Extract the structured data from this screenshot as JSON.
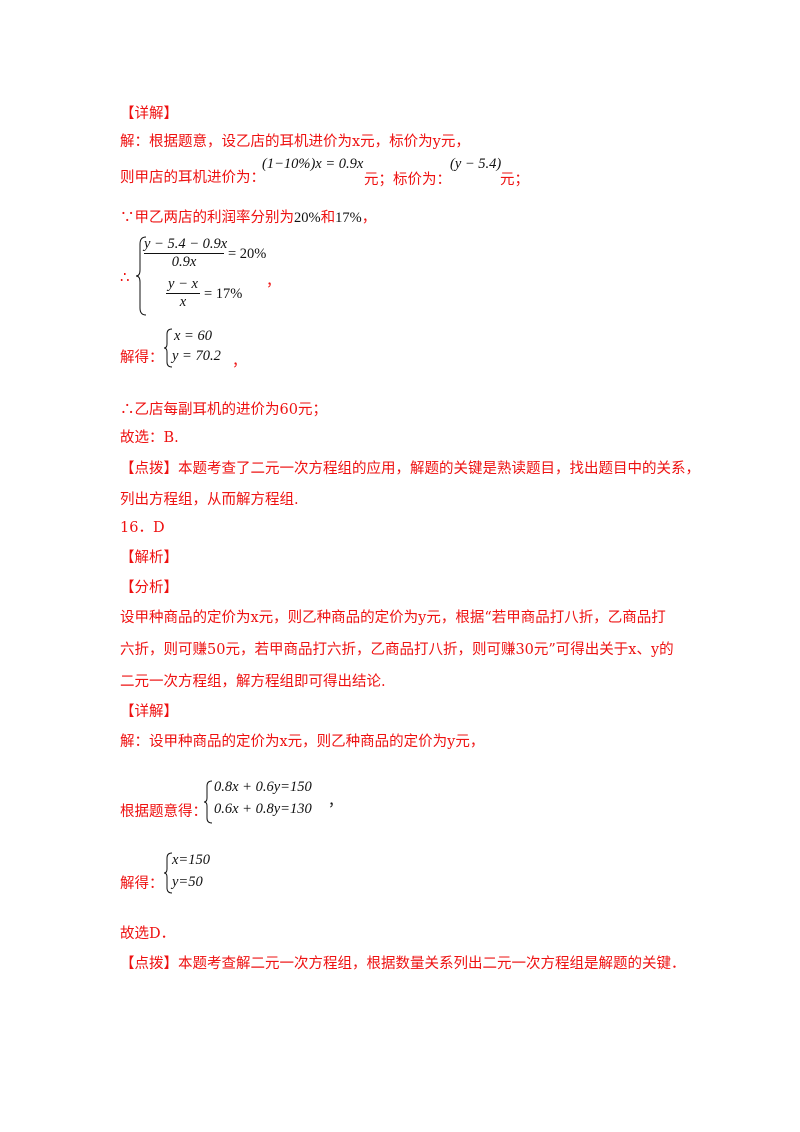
{
  "section1": {
    "heading": "【详解】",
    "line1": "解：根据题意，设乙店的耳机进价为x元，标价为y元，",
    "line2_prefix": "则甲店的耳机进价为：",
    "expr_cost": "(1−10%)x = 0.9x",
    "line2_mid": "元；标价为：",
    "expr_price": "(y − 5.4)",
    "line2_suffix": "元；",
    "line3_prefix": "∵甲乙两店的利润率分别为",
    "rate1": "20%",
    "line3_and": "和",
    "rate2": "17%",
    "line3_suffix": "，",
    "therefore": "∴",
    "eq1_num": "y − 5.4 − 0.9x",
    "eq1_den": "0.9x",
    "eq1_rhs": "= 20%",
    "eq2_num": "y − x",
    "eq2_den": "x",
    "eq2_rhs": "= 17%",
    "sys_comma": "，",
    "solve_label": "解得：",
    "sol1": "x = 60",
    "sol2": "y = 70.2",
    "sol_comma": "，",
    "conclusion": "∴乙店每副耳机的进价为60元；",
    "choice": "故选：B.",
    "tip_line1": "【点拨】本题考查了二元一次方程组的应用，解题的关键是熟读题目，找出题目中的关系，",
    "tip_line2": "列出方程组，从而解方程组."
  },
  "section2": {
    "number": "16．D",
    "jiexi": "【解析】",
    "fenxi": "【分析】",
    "analysis1": "设甲种商品的定价为x元，则乙种商品的定价为y元，根据“若甲商品打八折，乙商品打",
    "analysis2": "六折，则可赚50元，若甲商品打六折，乙商品打八折，则可赚30元”可得出关于x、y的",
    "analysis3": "二元一次方程组，解方程组即可得出结论.",
    "heading": "【详解】",
    "line1": "解：设甲种商品的定价为x元，则乙种商品的定价为y元，",
    "eq_label": "根据题意得：",
    "eq1": "0.8x + 0.6y=150",
    "eq2": "0.6x + 0.8y=130",
    "eq_comma": "，",
    "solve_label": "解得：",
    "sol1": "x=150",
    "sol2": "y=50",
    "choice": "故选D．",
    "tip": "【点拨】本题考查解二元一次方程组，根据数量关系列出二元一次方程组是解题的关键．"
  }
}
